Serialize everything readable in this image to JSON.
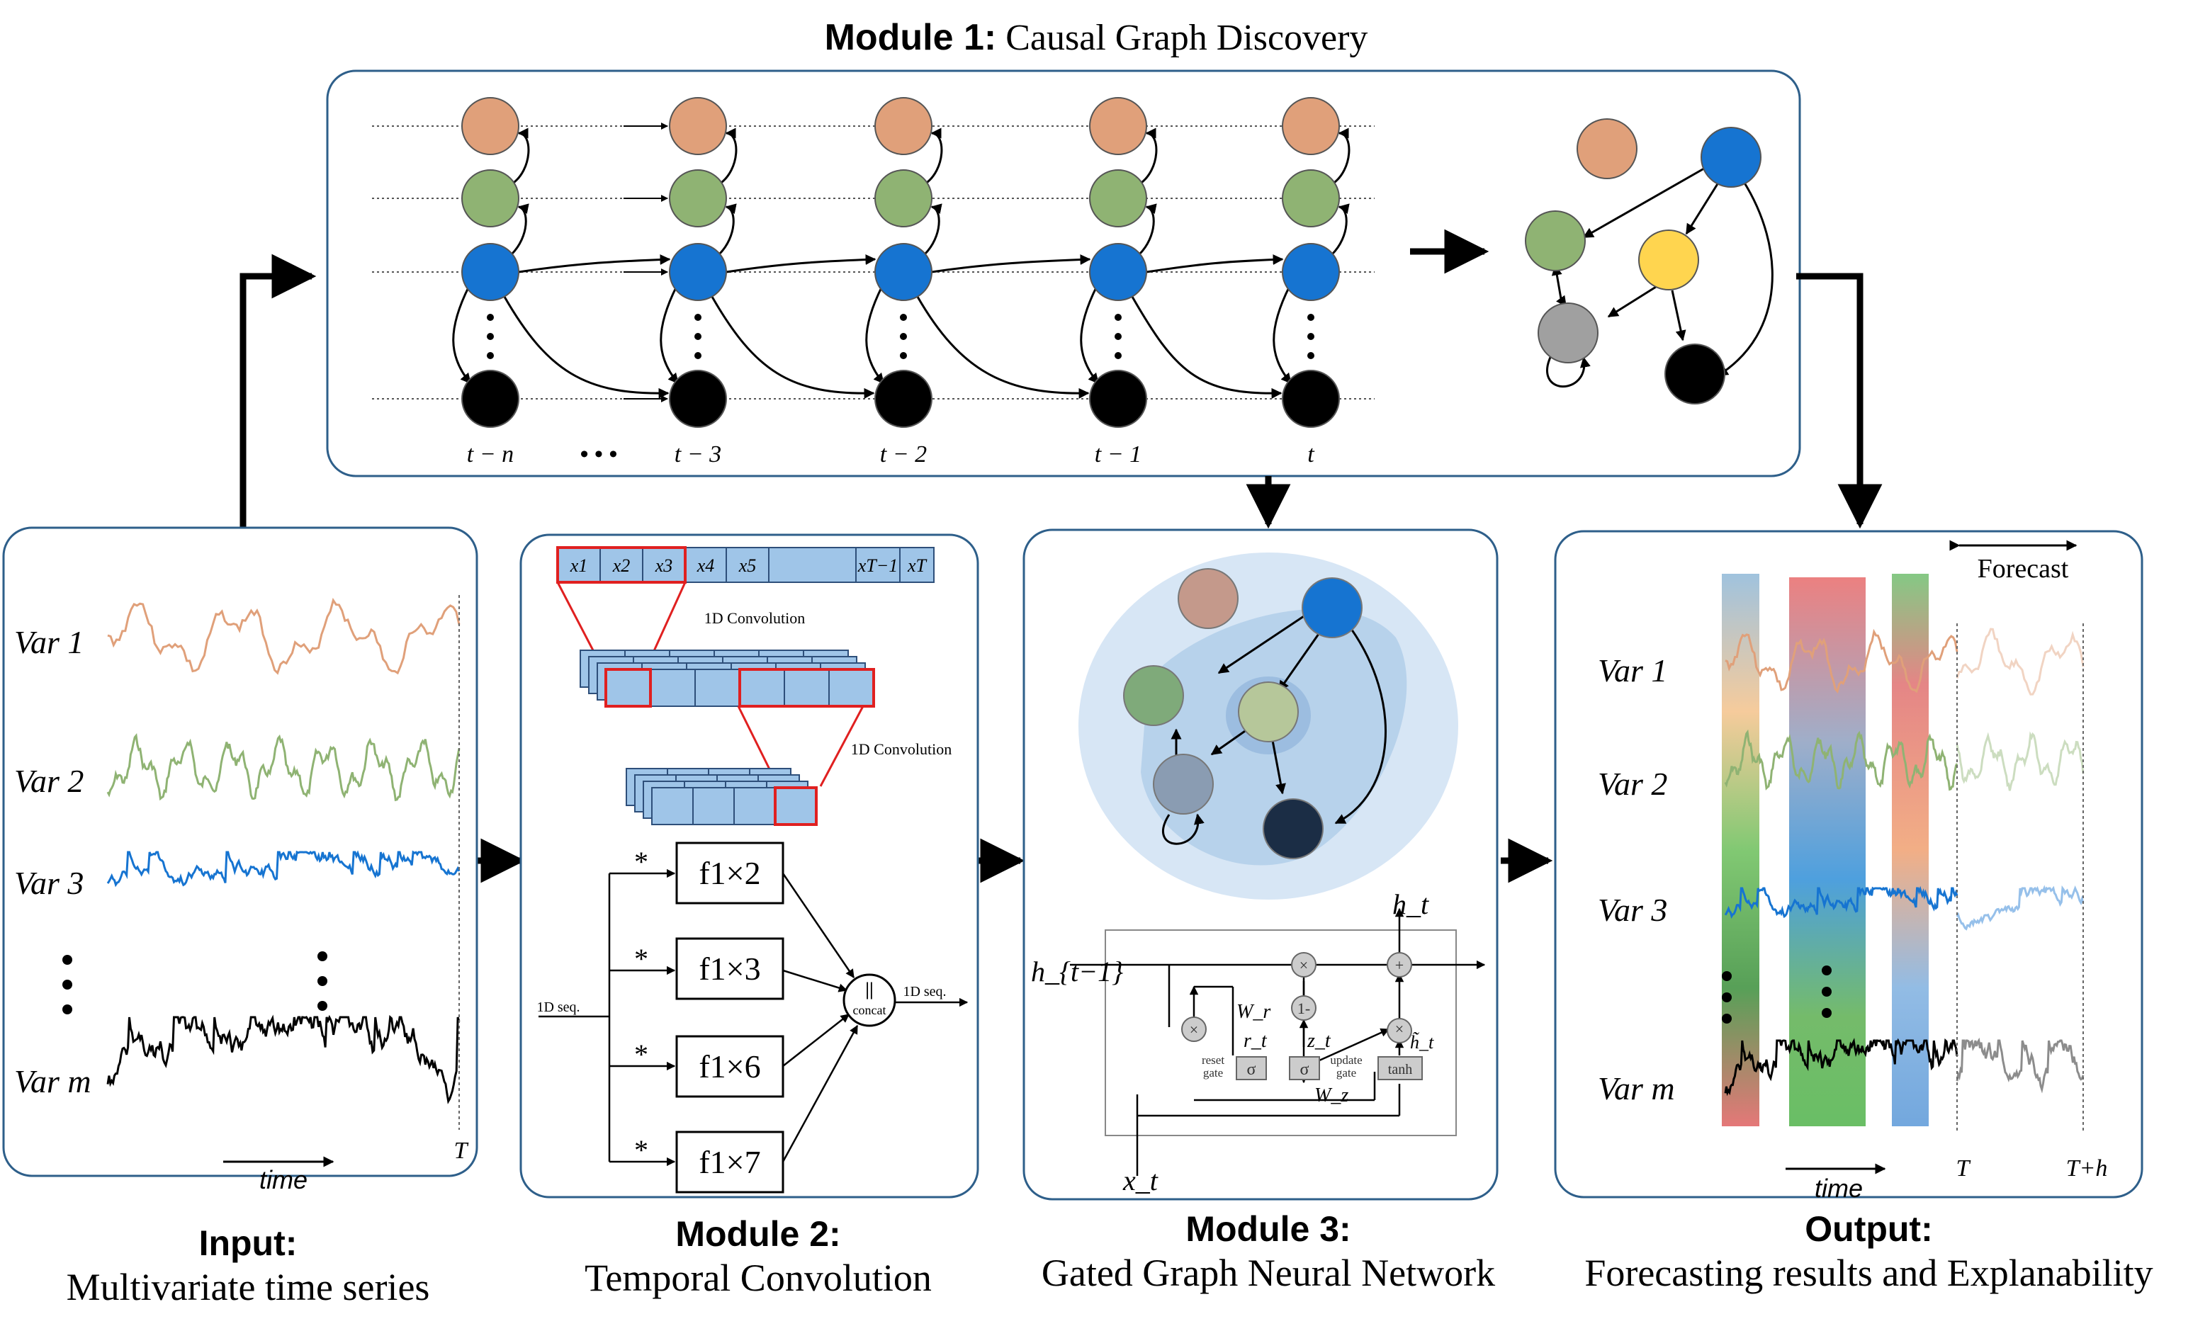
{
  "module1": {
    "title_bold": "Module 1:",
    "title_rest": " Causal Graph Discovery",
    "time_labels": [
      "t − n",
      "• • •",
      "t − 3",
      "t − 2",
      "t − 1",
      "t"
    ]
  },
  "input_panel": {
    "var_labels": [
      "Var 1",
      "Var 2",
      "Var 3",
      "Var m"
    ],
    "time_label": "time",
    "T_label": "T",
    "caption_bold": "Input:",
    "caption": "Multivariate time series"
  },
  "module2": {
    "seq_cells": [
      "x1",
      "x2",
      "x3",
      "x4",
      "x5",
      "xT−1",
      "xT"
    ],
    "conv_label_1": "1D Convolution",
    "conv_label_2": "1D Convolution",
    "filters": [
      "f1×2",
      "f1×3",
      "f1×6",
      "f1×7"
    ],
    "conv_op": "*",
    "in_label": "1D seq.",
    "out_label": "1D seq.",
    "concat_label": "concat",
    "concat_symbol": "||",
    "caption_bold": "Module 2:",
    "caption": "Temporal Convolution"
  },
  "module3": {
    "h_t": "h_t",
    "h_prev": "h_{t−1}",
    "x_t": "x_t",
    "W_r": "W_r",
    "r_t": "r_t",
    "z_t": "z_t",
    "W_z": "W_z",
    "h_tilde": "h̃_t",
    "reset_gate": [
      "reset",
      "gate"
    ],
    "update_gate": [
      "update",
      "gate"
    ],
    "sigma": "σ",
    "tanh": "tanh",
    "one_minus": "1-",
    "times": "×",
    "plus": "+",
    "caption_bold": "Module 3:",
    "caption": "Gated Graph Neural Network"
  },
  "output_panel": {
    "forecast_label": "Forecast",
    "var_labels": [
      "Var 1",
      "Var 2",
      "Var 3",
      "Var m"
    ],
    "time_label": "time",
    "T_label": "T",
    "Th_label": "T+h",
    "caption_bold": "Output:",
    "caption": "Forecasting results and Explanability"
  },
  "colors": {
    "var1": "#e0a07a",
    "var2": "#8fb373",
    "var3": "#1674d1",
    "var4": "#ffd54f",
    "var5": "#a0a0a0",
    "varm": "#000000",
    "panel_border": "#2e5f8a",
    "conv_fill": "#9fc5e8",
    "conv_border": "#2e4f7a",
    "red_box": "#e02020"
  }
}
